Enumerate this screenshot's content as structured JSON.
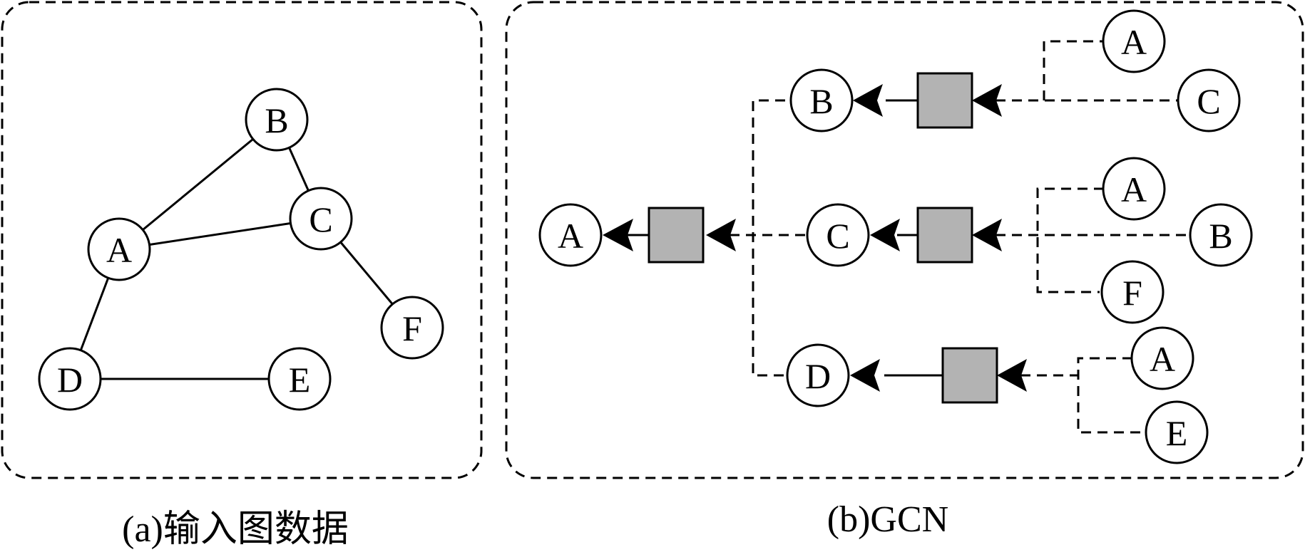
{
  "panel_a": {
    "caption": "(a)输入图数据",
    "nodes": {
      "A": "A",
      "B": "B",
      "C": "C",
      "D": "D",
      "E": "E",
      "F": "F"
    }
  },
  "panel_b": {
    "caption": "(b)GCN",
    "root": "A",
    "level1": [
      "B",
      "C",
      "D"
    ],
    "neighbors_B": [
      "A",
      "C"
    ],
    "neighbors_C": [
      "A",
      "B",
      "F"
    ],
    "neighbors_D": [
      "A",
      "E"
    ]
  },
  "colors": {
    "aggregator_fill": "#b3b3b3",
    "stroke": "#000000"
  }
}
